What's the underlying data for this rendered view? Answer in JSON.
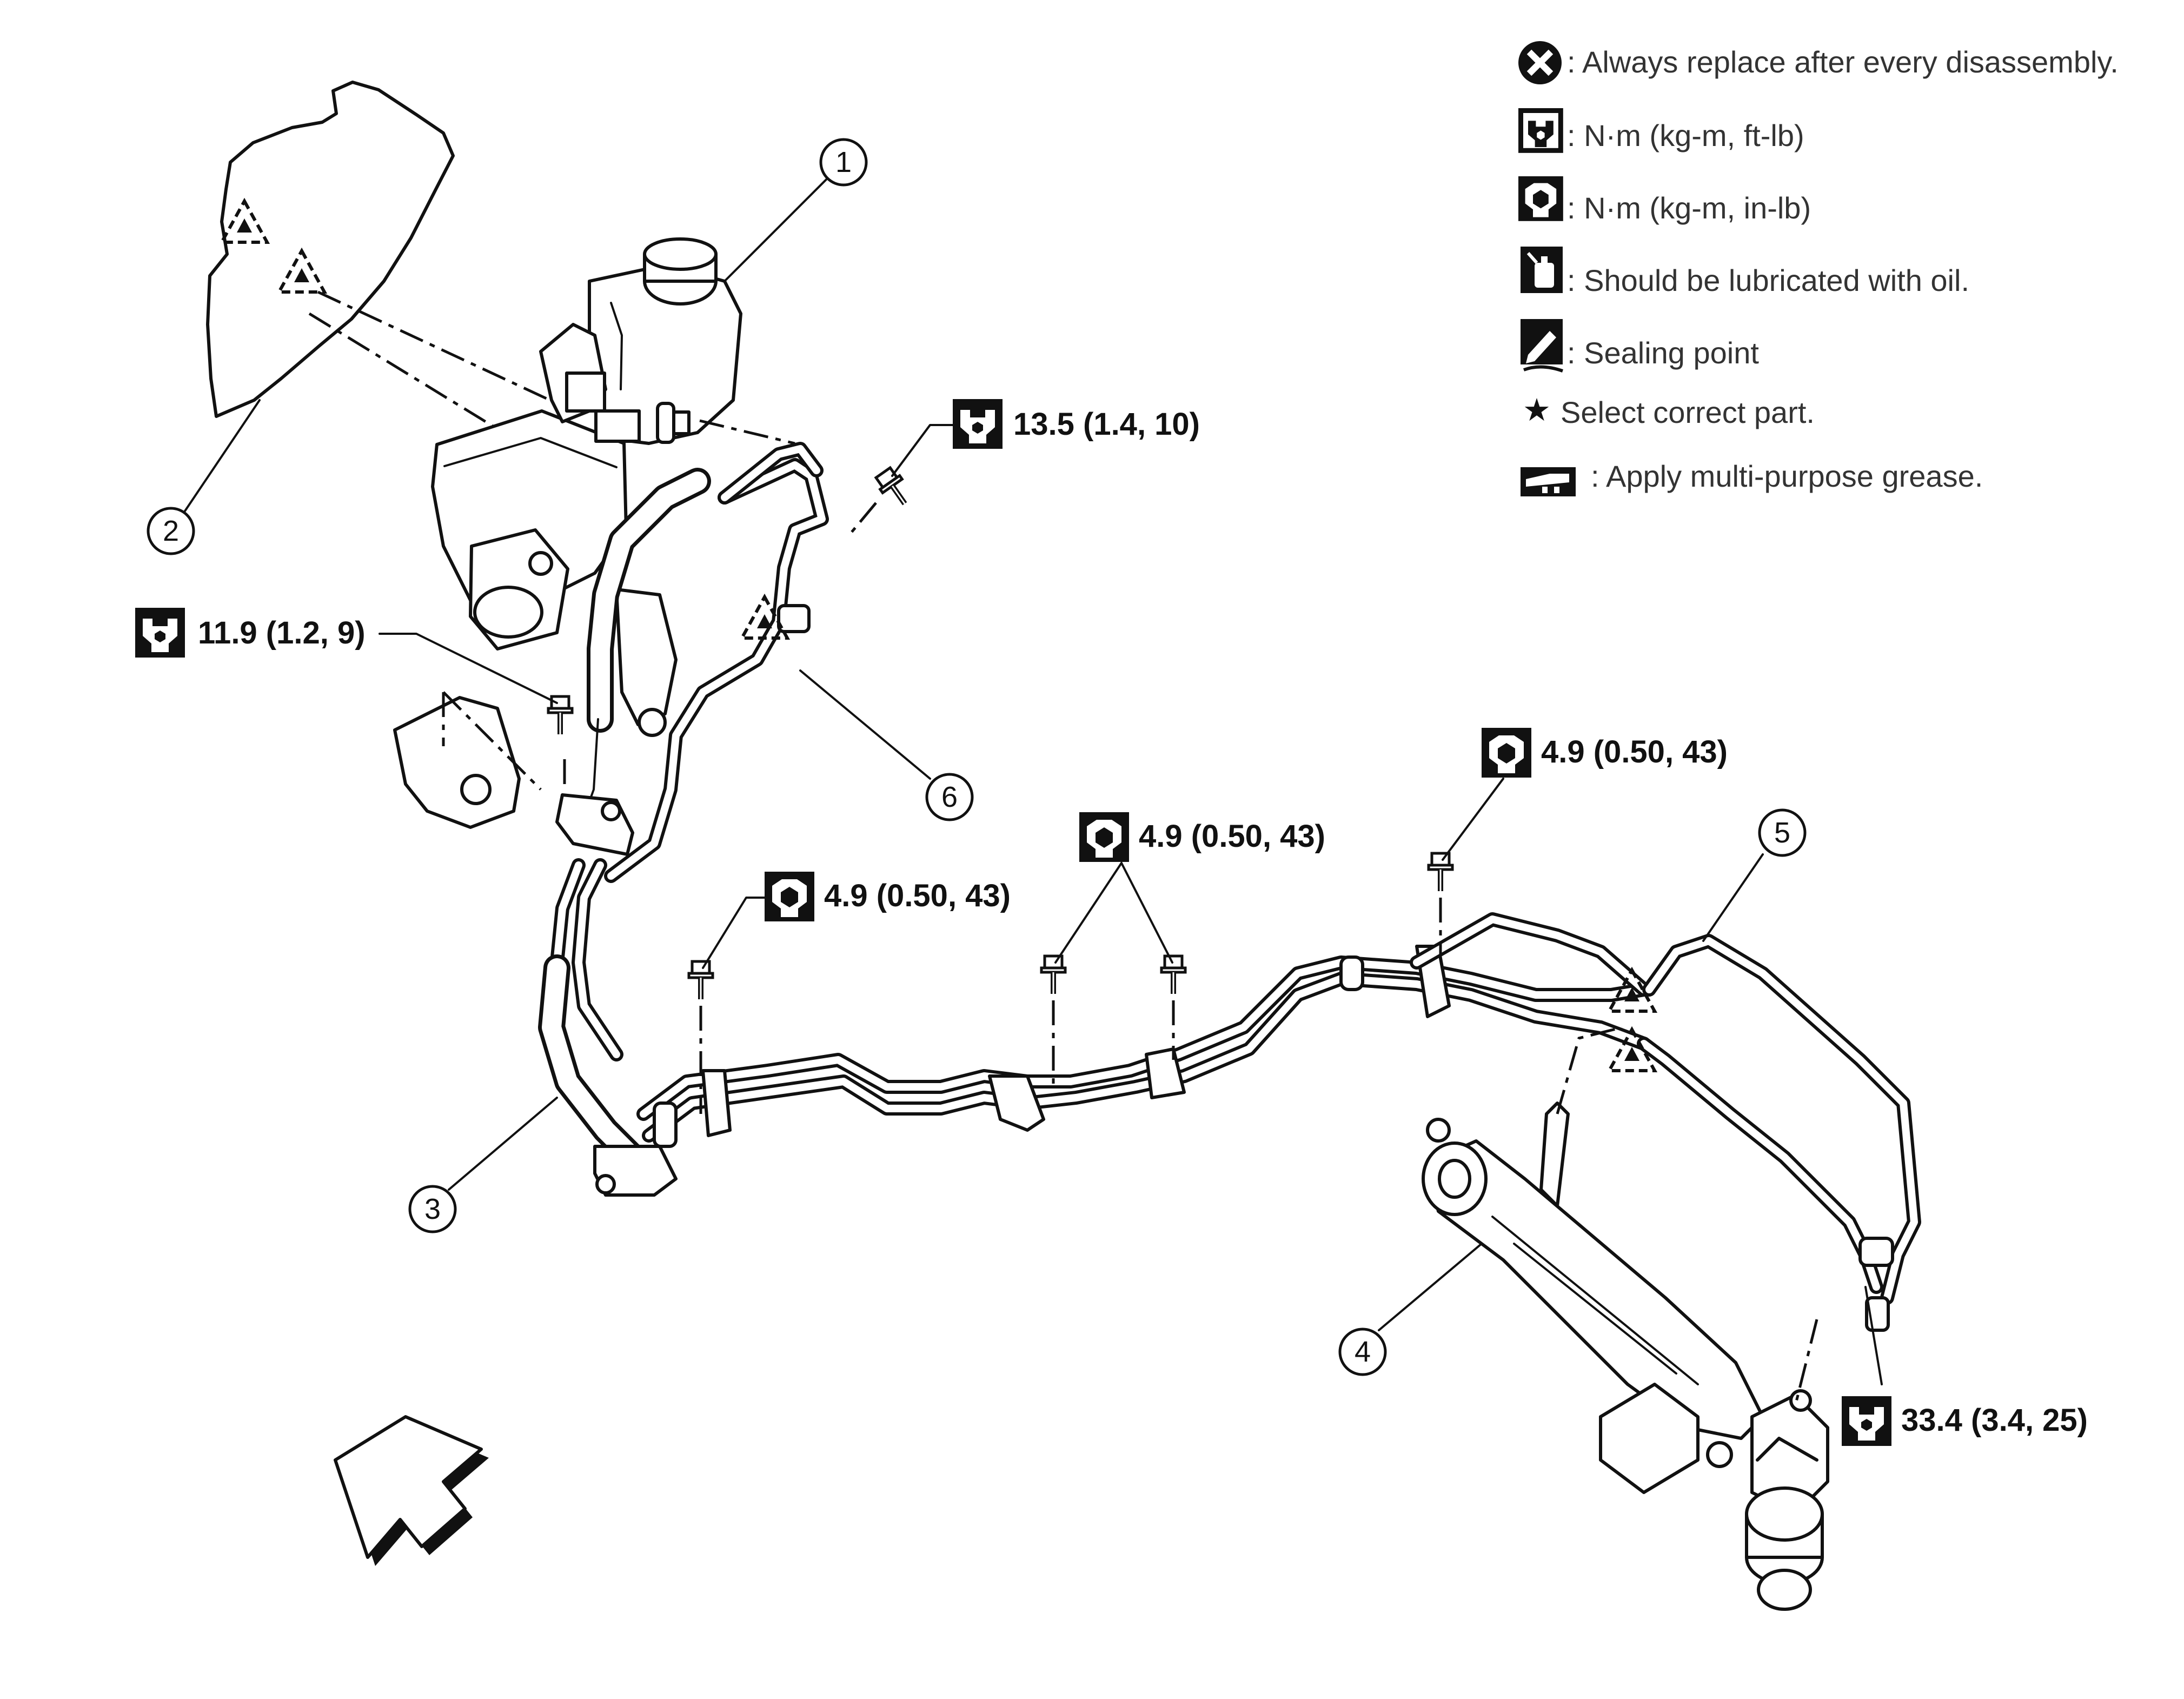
{
  "legend": [
    {
      "icon": "always-replace-icon",
      "text": ": Always replace after every disassembly."
    },
    {
      "icon": "torque-wrench-icon",
      "text": ": N·m (kg-m, ft-lb)"
    },
    {
      "icon": "torque-wrench-inlb-icon",
      "text": ": N·m (kg-m, in-lb)"
    },
    {
      "icon": "oil-can-icon",
      "text": ": Should be lubricated with oil."
    },
    {
      "icon": "sealing-point-icon",
      "text": ": Sealing point"
    },
    {
      "icon": "star-icon",
      "text": "Select correct part."
    },
    {
      "icon": "grease-icon",
      "text": ": Apply multi-purpose grease."
    }
  ],
  "star_glyph": "★",
  "torque_labels": {
    "t1": "13.5 (1.4, 10)",
    "t2": "11.9 (1.2, 9)",
    "t3": "4.9 (0.50, 43)",
    "t4": "4.9 (0.50, 43)",
    "t5": "4.9 (0.50, 43)",
    "t6": "33.4 (3.4, 25)"
  },
  "callouts": {
    "c1": "1",
    "c2": "2",
    "c3": "3",
    "c4": "4",
    "c5": "5",
    "c6": "6"
  }
}
